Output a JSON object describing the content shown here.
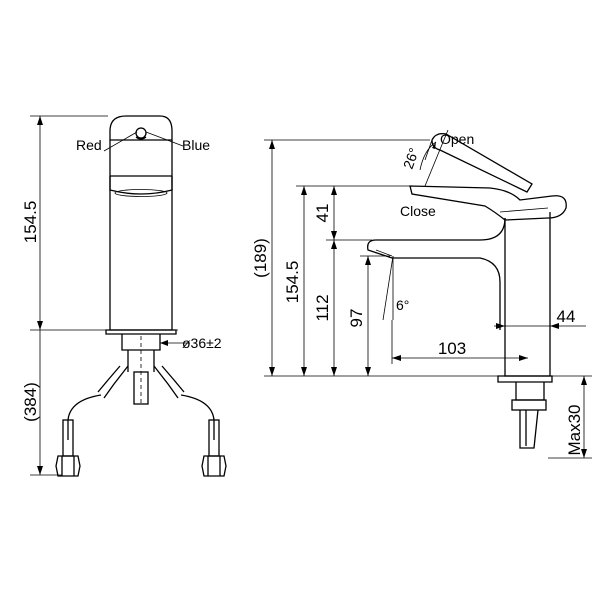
{
  "front_view": {
    "label_red": "Red",
    "label_blue": "Blue",
    "dim_height": "154.5",
    "dim_diameter": "ø36±2",
    "dim_hose": "(384)"
  },
  "side_view": {
    "label_open": "Open",
    "label_close": "Close",
    "dim_total": "(189)",
    "dim_height": "154.5",
    "dim_spout_height": "112",
    "dim_outlet_height": "97",
    "dim_handle": "41",
    "dim_reach": "103",
    "dim_base": "44",
    "dim_max_thickness": "Max30",
    "angle_open": "26°",
    "angle_spout": "6°"
  }
}
